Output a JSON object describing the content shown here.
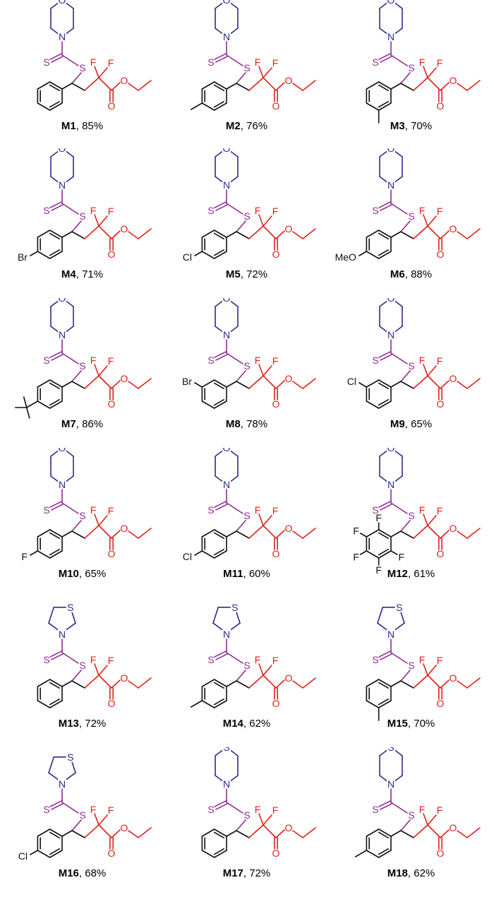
{
  "colors": {
    "core": "#111111",
    "amine": "#2b2b8c",
    "dithio": "#8d2d8f",
    "ester": "#e0201b"
  },
  "atoms": {
    "O": "O",
    "N": "N",
    "S": "S",
    "F": "F",
    "Br": "Br",
    "Cl": "Cl",
    "MeO": "MeO"
  },
  "compounds": [
    {
      "code": "M1",
      "yield": "85%",
      "amine": "morpholine",
      "sub": "none"
    },
    {
      "code": "M2",
      "yield": "76%",
      "amine": "morpholine",
      "sub": "p-Me"
    },
    {
      "code": "M3",
      "yield": "70%",
      "amine": "morpholine",
      "sub": "m-Me"
    },
    {
      "code": "M4",
      "yield": "71%",
      "amine": "morpholine",
      "sub": "p-Br"
    },
    {
      "code": "M5",
      "yield": "72%",
      "amine": "morpholine",
      "sub": "p-Cl"
    },
    {
      "code": "M6",
      "yield": "88%",
      "amine": "morpholine",
      "sub": "p-OMe"
    },
    {
      "code": "M7",
      "yield": "86%",
      "amine": "morpholine",
      "sub": "p-tBu"
    },
    {
      "code": "M8",
      "yield": "78%",
      "amine": "morpholine",
      "sub": "m-Br"
    },
    {
      "code": "M9",
      "yield": "65%",
      "amine": "morpholine",
      "sub": "m-Cl"
    },
    {
      "code": "M10",
      "yield": "65%",
      "amine": "morpholine",
      "sub": "p-F"
    },
    {
      "code": "M11",
      "yield": "60%",
      "amine": "morpholine",
      "sub": "p-Cl"
    },
    {
      "code": "M12",
      "yield": "61%",
      "amine": "morpholine",
      "sub": "C6F5"
    },
    {
      "code": "M13",
      "yield": "72%",
      "amine": "thiazolidine",
      "sub": "none"
    },
    {
      "code": "M14",
      "yield": "62%",
      "amine": "thiazolidine",
      "sub": "p-Me"
    },
    {
      "code": "M15",
      "yield": "70%",
      "amine": "thiazolidine",
      "sub": "m-Me"
    },
    {
      "code": "M16",
      "yield": "68%",
      "amine": "thiazolidine",
      "sub": "p-Cl"
    },
    {
      "code": "M17",
      "yield": "72%",
      "amine": "thiomorpholine",
      "sub": "none"
    },
    {
      "code": "M18",
      "yield": "62%",
      "amine": "thiomorpholine",
      "sub": "p-Me"
    }
  ]
}
